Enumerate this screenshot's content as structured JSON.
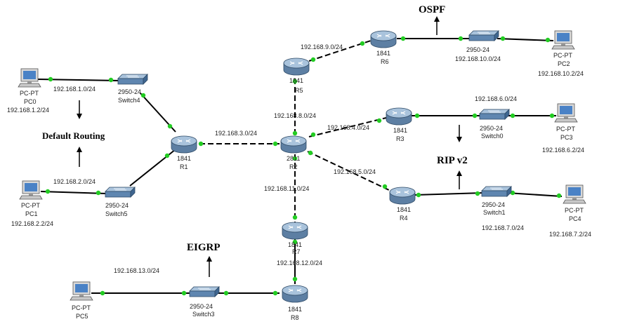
{
  "colors": {
    "link": "#000000",
    "port_up": "#22cc22",
    "router_body": "#6f8fb0",
    "router_top": "#a9c3dc",
    "switch_body": "#5f86b0",
    "pc_screen": "#4a82c6"
  },
  "protocol_labels": {
    "ospf": "OSPF",
    "rip": "RIP v2",
    "eigrp": "EIGRP",
    "default_routing": "Default Routing"
  },
  "routers": {
    "r1": {
      "model": "1841",
      "name": "R1"
    },
    "r2": {
      "model": "2811",
      "name": "R2"
    },
    "r3": {
      "model": "1841",
      "name": "R3"
    },
    "r4": {
      "model": "1841",
      "name": "R4"
    },
    "r5": {
      "model": "1841",
      "name": "R5"
    },
    "r6": {
      "model": "1841",
      "name": "R6"
    },
    "r7": {
      "model": "1841",
      "name": "R7"
    },
    "r8": {
      "model": "1841",
      "name": "R8"
    }
  },
  "switches": {
    "switch0": {
      "model": "2950-24",
      "name": "Switch0"
    },
    "switch1": {
      "model": "2950-24",
      "name": "Switch1"
    },
    "switch3": {
      "model": "2950-24",
      "name": "Switch3"
    },
    "switch4": {
      "model": "2950-24",
      "name": "Switch4"
    },
    "switch5": {
      "model": "2950-24",
      "name": "Switch5"
    },
    "switch6": {
      "model": "2950-24",
      "name": ""
    }
  },
  "pcs": {
    "pc0": {
      "type": "PC-PT",
      "name": "PC0",
      "ip": "192.168.1.2/24"
    },
    "pc1": {
      "type": "PC-PT",
      "name": "PC1",
      "ip": "192.168.2.2/24"
    },
    "pc2": {
      "type": "PC-PT",
      "name": "PC2",
      "ip": "192.168.10.2/24"
    },
    "pc3": {
      "type": "PC-PT",
      "name": "PC3",
      "ip": "192.168.6.2/24"
    },
    "pc4": {
      "type": "PC-PT",
      "name": "PC4",
      "ip": "192.168.7.2/24"
    },
    "pc5": {
      "type": "PC-PT",
      "name": "PC5",
      "ip": ""
    }
  },
  "networks": {
    "n1": "192.168.1.0/24",
    "n2": "192.168.2.0/24",
    "n3": "192.168.3.0/24",
    "n4": "192.168.4.0/24",
    "n5": "192.168.5.0/24",
    "n6": "192.168.6.0/24",
    "n7": "192.168.7.0/24",
    "n8": "192.168.8.0/24",
    "n9": "192.168.9.0/24",
    "n10": "192.168.10.0/24",
    "n11": "192.168.11.0/24",
    "n12": "192.168.12.0/24",
    "n13": "192.168.13.0/24"
  }
}
